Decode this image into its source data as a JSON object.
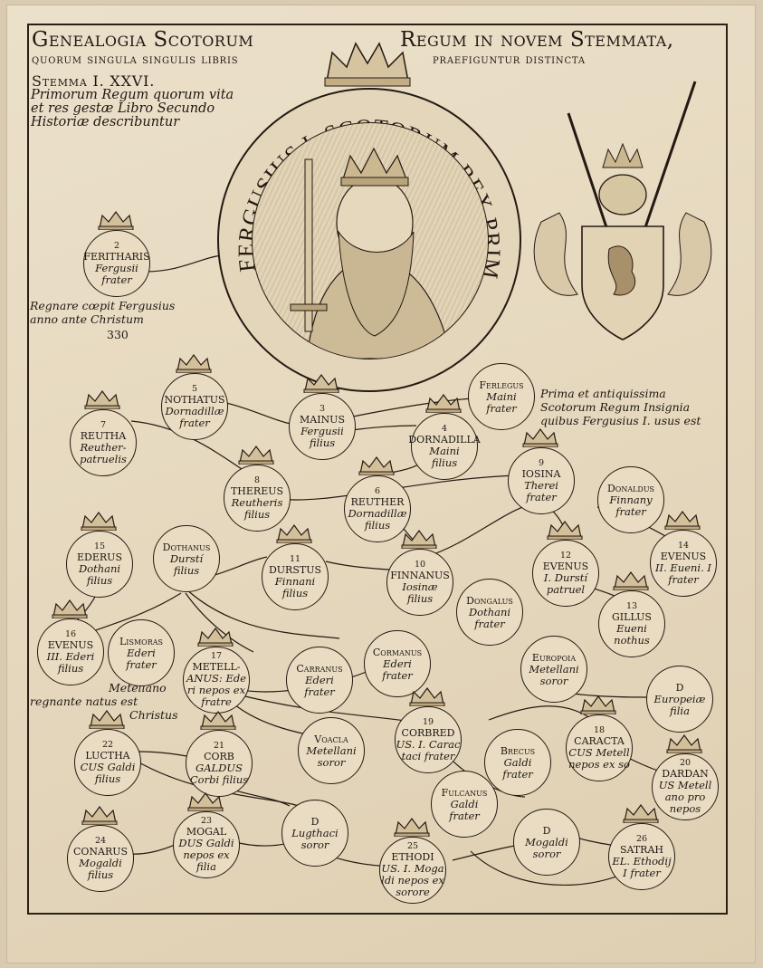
{
  "title": {
    "line1_left": "Genealogia Scotorum",
    "line1_right": "Regum in novem Stemmata,",
    "line2_left": "quorum singula singulis libris",
    "line2_right": "praefiguntur distincta",
    "line3": "Stemma I. XXVI."
  },
  "intro": {
    "line1": "Primorum Regum quorum vita",
    "line2": "et res gestæ Libro Secundo",
    "line3": "Historiæ describuntur"
  },
  "medallion": {
    "inscription": "FERGUSIUS I. SCOTORUM REX PRIMUS"
  },
  "reign_note": {
    "line1": "Regnare cœpit Fergusius",
    "line2": "anno ante Christum",
    "line3": "330"
  },
  "insignia_note": {
    "line1": "Prima et antiquissima",
    "line2": "Scotorum Regum Insignia",
    "line3": "quibus Fergusius I. usus est"
  },
  "christ_note": {
    "line1": "Metellano",
    "line2": "regnante natus est",
    "line3": "Christus"
  },
  "nodes": {
    "ferithar": {
      "num": "2",
      "l1": "FERITHARIS",
      "l2": "Fergusii",
      "l3": "frater"
    },
    "nothatus": {
      "num": "5",
      "l1": "NOTHATUS",
      "l2": "Dornadillæ",
      "l3": "frater"
    },
    "mainus": {
      "num": "3",
      "l1": "MAINUS",
      "l2": "Fergusii",
      "l3": "filius"
    },
    "fergusmaini": {
      "l1": "Ferlegus",
      "l2": "Maini",
      "l3": "frater"
    },
    "dornadilla": {
      "num": "4",
      "l1": "DORNADILLA",
      "l2": "Maini",
      "l3": "filius"
    },
    "reutha": {
      "num": "7",
      "l1": "REUTHA",
      "l2": "Reuther-",
      "l3": "patruelis"
    },
    "thereus": {
      "num": "8",
      "l1": "THEREUS",
      "l2": "Reutheris",
      "l3": "filius"
    },
    "reuther": {
      "num": "6",
      "l1": "REUTHER",
      "l2": "Dornadillæ",
      "l3": "filius"
    },
    "iosina": {
      "num": "9",
      "l1": "IOSINA",
      "l2": "Therei",
      "l3": "frater"
    },
    "donaldus": {
      "l1": "Donaldus",
      "l2": "Finnany",
      "l3": "frater"
    },
    "ederus": {
      "num": "15",
      "l1": "EDERUS",
      "l2": "Dothani",
      "l3": "filius"
    },
    "dothanus": {
      "l1": "Dothanus",
      "l2": "Durstí",
      "l3": "filius"
    },
    "durstus": {
      "num": "11",
      "l1": "DURSTUS",
      "l2": "Finnani",
      "l3": "filius"
    },
    "finnanus": {
      "num": "10",
      "l1": "FINNANUS",
      "l2": "Iosinæ",
      "l3": "filius"
    },
    "evenus1": {
      "num": "12",
      "l1": "EVENUS",
      "l2": "I. Durstí",
      "l3": "patruel"
    },
    "evenus2": {
      "num": "14",
      "l1": "EVENUS",
      "l2": "II. Eueni. I",
      "l3": "frater"
    },
    "gillus": {
      "num": "13",
      "l1": "GILLUS",
      "l2": "Eueni",
      "l3": "nothus"
    },
    "dongalus": {
      "l1": "Dongalus",
      "l2": "Dothani",
      "l3": "frater"
    },
    "evenus3": {
      "num": "16",
      "l1": "EVENUS",
      "l2": "III. Ederi",
      "l3": "filius"
    },
    "lismoras": {
      "l1": "Lismoras",
      "l2": "Ederi",
      "l3": "frater"
    },
    "metellanus": {
      "num": "17",
      "l1": "METELL-",
      "l2": "ANUS: Ede",
      "l3": "ri nepos ex fratre"
    },
    "carranus": {
      "l1": "Carranus",
      "l2": "Ederi",
      "l3": "frater"
    },
    "cormanus": {
      "l1": "Cormanus",
      "l2": "Ederi",
      "l3": "frater"
    },
    "europoia": {
      "l1": "Europoia",
      "l2": "Metellani",
      "l3": "soror"
    },
    "deuropia": {
      "l1": "D",
      "l2": "Europeiæ",
      "l3": "filia"
    },
    "luctha": {
      "num": "22",
      "l1": "LUCTHA",
      "l2": "CUS Galdi",
      "l3": "filius"
    },
    "corbgaldus": {
      "num": "21",
      "l1": "CORB",
      "l2": "GALDUS",
      "l3": "Corbi filius"
    },
    "voacla": {
      "l1": "Voacla",
      "l2": "Metellani",
      "l3": "soror"
    },
    "corbred": {
      "num": "19",
      "l1": "CORBRED",
      "l2": "US. I. Carac",
      "l3": "taci frater"
    },
    "brecus": {
      "l1": "Brecus",
      "l2": "Galdi",
      "l3": "frater"
    },
    "caractacus": {
      "num": "18",
      "l1": "CARACTA",
      "l2": "CUS Metell",
      "l3": "nepos ex so"
    },
    "dardanus": {
      "num": "20",
      "l1": "DARDAN",
      "l2": "US Metell",
      "l3": "ano pro nepos"
    },
    "fulcanus": {
      "l1": "Fulcanus",
      "l2": "Galdi",
      "l3": "frater"
    },
    "conarus": {
      "num": "24",
      "l1": "CONARUS",
      "l2": "Mogaldi",
      "l3": "filius"
    },
    "mogaldus": {
      "num": "23",
      "l1": "MOGAL",
      "l2": "DUS Galdi",
      "l3": "nepos ex filia"
    },
    "dlugthaci": {
      "l1": "D",
      "l2": "Lugthaci",
      "l3": "soror"
    },
    "ethodius": {
      "num": "25",
      "l1": "ETHODI",
      "l2": "US. I. Moga",
      "l3": "ldi nepos ex sorore"
    },
    "dmogaldi": {
      "l1": "D",
      "l2": "Mogaldi",
      "l3": "soror"
    },
    "satrael": {
      "num": "26",
      "l1": "SATRAH",
      "l2": "EL. Ethodij",
      "l3": "I frater"
    }
  },
  "colors": {
    "paper": "#e8dcc4",
    "ink": "#241a12"
  }
}
